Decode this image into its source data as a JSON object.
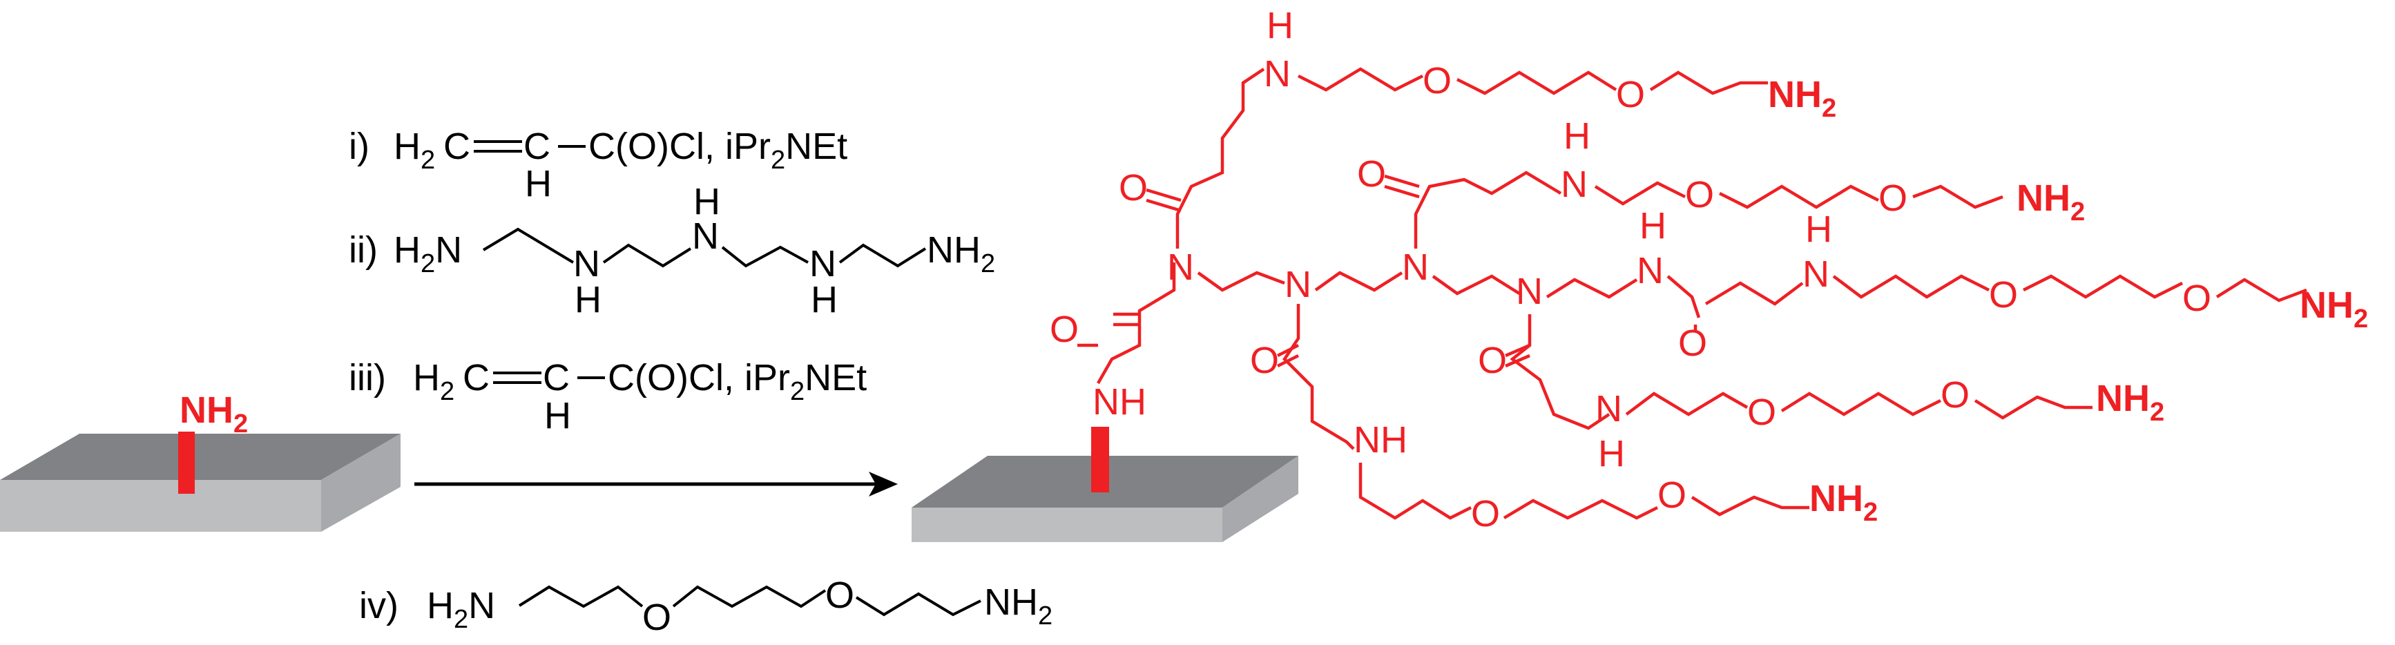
{
  "colors": {
    "ink": "#000000",
    "accent": "#ee2024",
    "surface_top": "#808285",
    "surface_front": "#bcbec0",
    "surface_side": "#a7a9ac"
  },
  "left_surface": {
    "group_label": "NH",
    "group_sub": "2"
  },
  "steps": {
    "i": {
      "num": "i)",
      "h2c": "H",
      "h2c_sub": "2",
      "c1": "C",
      "ch": "C",
      "h": "H",
      "coc": "C(O)Cl, iPr",
      "coc_sub": "2",
      "tail": "NEt"
    },
    "ii": {
      "num": "ii)",
      "h2n": "H",
      "h2n_sub": "2",
      "n": "N",
      "nh_h": "H",
      "nh2": "NH",
      "nh2_sub": "2"
    },
    "iii": {
      "num": "iii)",
      "h2c": "H",
      "h2c_sub": "2",
      "c1": "C",
      "ch": "C",
      "h": "H",
      "coc": "C(O)Cl, iPr",
      "coc_sub": "2",
      "tail": "NEt"
    },
    "iv": {
      "num": "iv)",
      "h2n": "H",
      "h2n_sub": "2",
      "o": "O",
      "nh2": "NH",
      "nh2_sub": "2"
    }
  },
  "product": {
    "nh": "NH",
    "n": "N",
    "h": "H",
    "o": "O",
    "term": "NH",
    "term_sub": "2"
  }
}
